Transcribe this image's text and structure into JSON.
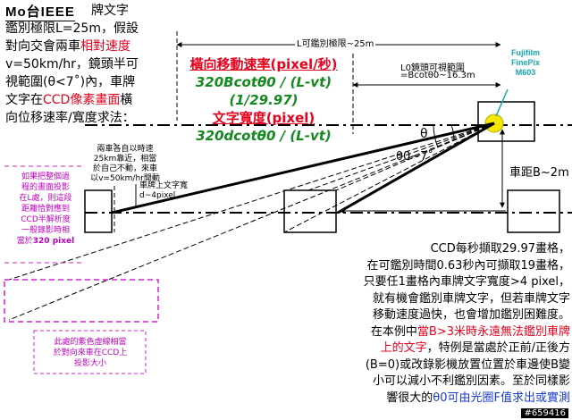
{
  "logo": {
    "text": "Mo台IEEE"
  },
  "intro": {
    "line1": "牌文字",
    "line2": "鑑別極限L=25m，假設",
    "line3a": "對向交會兩車",
    "line3b": "相對速度",
    "line4": "v=50km/hr，鏡頭半可",
    "line5": "視範圍(θ<7˚)內，車牌",
    "line6a": "文字在",
    "line6b": "CCD像素畫面",
    "line6c": "橫",
    "line7": "向位移速率/寬度求法："
  },
  "formula": {
    "title": "橫向移動速率(pixel/秒)",
    "expr1": "320Bcotθ0 / (L-vt)(1/29.97)",
    "title2": "文字寬度(pixel)",
    "expr2": "320dcotθ0 / (L-vt)"
  },
  "dims": {
    "L_label": "L可鑑別極限~25m",
    "L0_line1": "L0鏡頭可視範圍",
    "L0_line2": "=Bcotθ0~16.3m"
  },
  "camera": {
    "line1": "Fujifilm",
    "line2": "FinePix",
    "line3": "M603"
  },
  "angles": {
    "theta": "θ",
    "theta0": "θ0~7˚"
  },
  "distance_b": "車距B~2m",
  "notes": {
    "speed": [
      "兩車各自以時速",
      "25km靠近，相當",
      "於自己不動，來車",
      "以v=50km/hr開動"
    ],
    "plate": [
      "車牌上文字寬",
      "d~4pixel"
    ],
    "left_pink_1": [
      "如果把整個過",
      "程的畫面投影",
      "在L處，則這段",
      "距離恰對應到",
      "CCD半解析度",
      "一般錄影時相"
    ],
    "left_pink_1_last_a": "當於",
    "left_pink_1_last_b": "320 pixel",
    "left_pink_2": [
      "此處的紫色虛線相當",
      "於對向來車在CCD上",
      "投影大小"
    ]
  },
  "bottom_text": {
    "l1": "CCD每秒擷取29.97畫格，",
    "l2": "在可鑑別時間0.63秒內可擷取19畫格，",
    "l3": "只要任1畫格內車牌文字寬度>4 pixel，",
    "l4": "就有機會鑑別車牌文字，但若車牌文字",
    "l5": "移動速度過快，也會增加鑑別困難度。",
    "l6a": "在本例中",
    "l6b": "當B>3米時永遠無法鑑別車牌",
    "l7": "上的文字",
    "l7b": "，特例是當處於正前/正後方",
    "l8": "(B=0)或改錄影機放置位置於車邊使B變",
    "l9": "小可以減小不利鑑別因素。至於同樣影",
    "l10a": "響很大的",
    "l10b": "θ0可由光圈F值求出或實測",
    "watermark": "#659416"
  },
  "colors": {
    "red": "#e8001c",
    "green": "#138a1e",
    "blue": "#1a3ccf",
    "magenta": "#c000c0",
    "teal": "#18a8b0",
    "camera": "#f5e800"
  }
}
